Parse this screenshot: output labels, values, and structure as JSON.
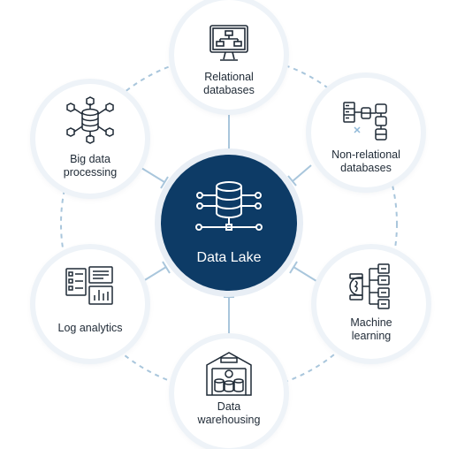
{
  "diagram": {
    "center": {
      "label": "Data Lake",
      "icon": "database-network-icon"
    },
    "nodes": [
      {
        "id": "relational",
        "label": "Relational\ndatabases",
        "icon": "relational-db-monitor-icon"
      },
      {
        "id": "nonrelational",
        "label": "Non-relational\ndatabases",
        "icon": "nonrelational-db-icon"
      },
      {
        "id": "ml",
        "label": "Machine\nlearning",
        "icon": "machine-learning-icon"
      },
      {
        "id": "warehousing",
        "label": "Data\nwarehousing",
        "icon": "data-warehouse-icon"
      },
      {
        "id": "log",
        "label": "Log analytics",
        "icon": "log-analytics-icon"
      },
      {
        "id": "bigdata",
        "label": "Big data\nprocessing",
        "icon": "big-data-cubes-icon"
      }
    ],
    "colors": {
      "center": "#0d3b66",
      "connector": "#a9c6dc",
      "icon": "#1f2a36"
    }
  }
}
